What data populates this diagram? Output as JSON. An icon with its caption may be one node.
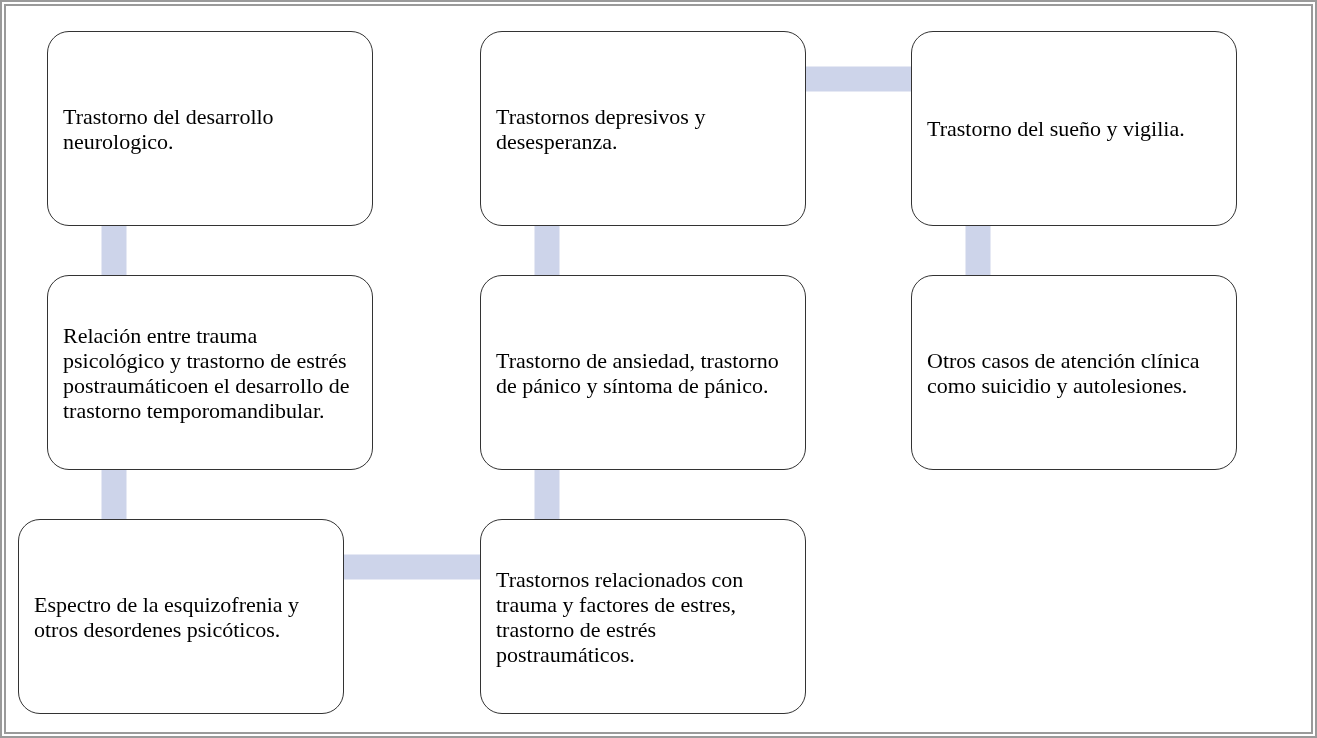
{
  "diagram": {
    "nodes": [
      {
        "text": [
          "Trastorno del desarrollo neurologico."
        ]
      },
      {
        "text": [
          "Relación entre trauma psicológico y trastorno de estrés postraumáticoen el desarrollo de trastorno temporomandibular."
        ]
      },
      {
        "text": [
          "Espectro de la esquizofrenia y otros desordenes psicóticos."
        ]
      },
      {
        "text": [
          "Trastornos relacionados con trauma y factores de estres, trastorno de estrés postraumáticos."
        ]
      },
      {
        "text": [
          "Trastorno de ansiedad, trastorno de pánico y síntoma de pánico."
        ]
      },
      {
        "text": [
          "Trastornos depresivos y desesperanza."
        ]
      },
      {
        "text": [
          "Trastorno del sueño y vigilia."
        ]
      },
      {
        "text": [
          "Otros casos de atención clínica como suicidio y autolesiones."
        ]
      }
    ],
    "edges": [
      {
        "from": 0,
        "to": 1,
        "arrow": "none"
      },
      {
        "from": 1,
        "to": 2,
        "arrow": "none"
      },
      {
        "from": 2,
        "to": 3,
        "arrow": "none"
      },
      {
        "from": 3,
        "to": 4,
        "arrow": "none"
      },
      {
        "from": 4,
        "to": 5,
        "arrow": "none"
      },
      {
        "from": 5,
        "to": 6,
        "arrow": "none"
      },
      {
        "from": 6,
        "to": 7,
        "arrow": "none"
      }
    ]
  }
}
